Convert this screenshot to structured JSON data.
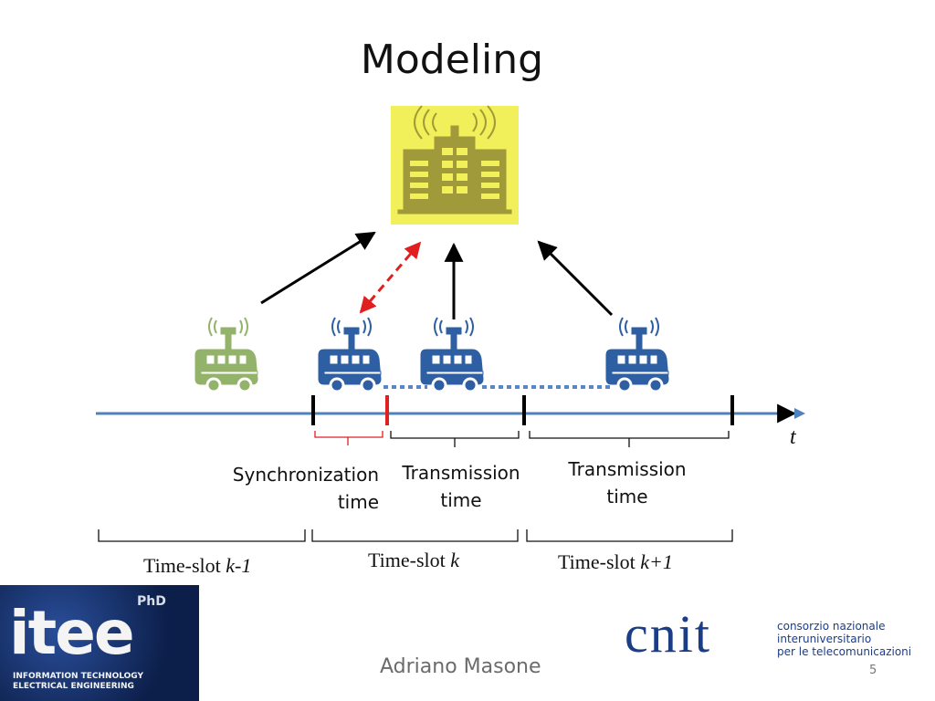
{
  "slide": {
    "title": "Modeling",
    "author": "Adriano Masone",
    "page_number": "5"
  },
  "diagram": {
    "axis_label": "t",
    "sync_label": [
      "Synchronization",
      "time"
    ],
    "transmission_label_1": [
      "Transmission",
      "time"
    ],
    "transmission_label_2": [
      "Transmission",
      "time"
    ],
    "timeslots": [
      {
        "prefix": "Time-slot ",
        "index": "k-1"
      },
      {
        "prefix": "Time-slot ",
        "index": "k"
      },
      {
        "prefix": "Time-slot ",
        "index": "k+1"
      }
    ],
    "colors": {
      "axis": "#4f81bd",
      "vehicle_active": "#2e5fa3",
      "vehicle_idle": "#93b36a",
      "server_bg": "#f1ef5a",
      "sync_marker": "#e02020",
      "arrow": "#000000"
    },
    "icons": [
      "server-icon",
      "vehicle-icon",
      "antenna-icon"
    ]
  },
  "logos": {
    "itee": {
      "main": "itee",
      "badge": "PhD",
      "line1": "INFORMATION TECHNOLOGY",
      "line2": "ELECTRICAL ENGINEERING"
    },
    "cnit": {
      "wordmark": "cnit",
      "lines": [
        "consorzio nazionale",
        "interuniversitario",
        "per le telecomunicazioni"
      ]
    }
  }
}
